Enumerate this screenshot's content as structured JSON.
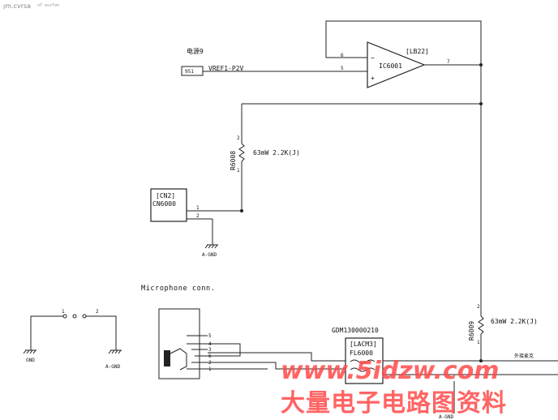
{
  "header_text": "ꞁm.cvrsa　ᵘᵀ  ᵃˢˢᵀᵃᵒ",
  "power_label": "电源9",
  "ref_box": "951",
  "vref_net": "VREF1-P2V",
  "ic_ref": "[LB22]",
  "ic_name": "IC6001",
  "ic_pins": {
    "in_minus": "6",
    "in_plus": "5",
    "out": "7",
    "minus_sign": "−",
    "plus_sign": "+"
  },
  "r1": {
    "ref": "R6008",
    "value": "63mW  2.2K(J)",
    "pin_top": "2",
    "pin_bottom": "1"
  },
  "cn2": {
    "ref": "[CN2]",
    "name": "CN6000",
    "pin1": "1",
    "pin2": "2"
  },
  "agnd_label": "A-GND",
  "gnd_label": "GND",
  "mic_label": "Microphone conn.",
  "sw_pins": {
    "p1": "1",
    "p2": "2"
  },
  "jack_pins": [
    "5",
    "4",
    "3",
    "6",
    "2",
    "1"
  ],
  "filter": {
    "part": "GDM130000210",
    "ref": "[LACM3]",
    "name": "FL6000"
  },
  "r2": {
    "ref": "R6009",
    "value": "63mW  2.2K(J)",
    "pin_top": "2",
    "pin_bottom": "1"
  },
  "ext_label": "外接麦克",
  "watermark_url": "www.5idzw.com",
  "watermark_cn": "大量电子电路图资料"
}
